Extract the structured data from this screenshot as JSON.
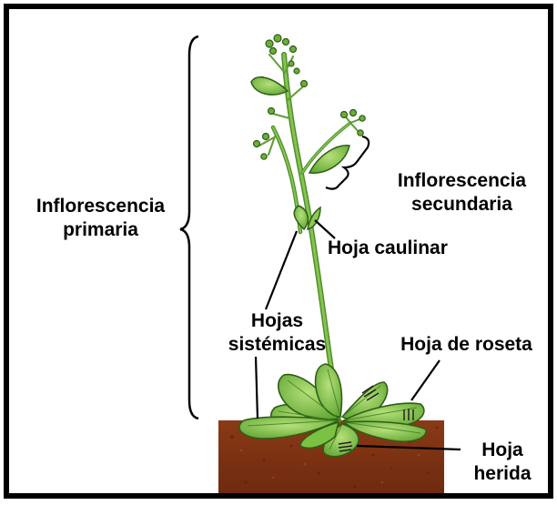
{
  "labels": {
    "primary_inflorescence": [
      "Inflorescencia",
      "primaria"
    ],
    "secondary_inflorescence": [
      "Inflorescencia",
      "secundaria"
    ],
    "cauline_leaf": "Hoja caulinar",
    "systemic_leaves": [
      "Hojas",
      "sistémicas"
    ],
    "rosette_leaf": "Hoja de roseta",
    "wounded_leaf": [
      "Hoja",
      "herida"
    ]
  },
  "colors": {
    "frame": "#000000",
    "soil_dark": "#7a2f12",
    "soil_mid": "#a0471f",
    "leaf_fill": "#7cc242",
    "leaf_light": "#a9d86b",
    "leaf_dark": "#3f7a1f",
    "stem": "#6aa83a"
  }
}
